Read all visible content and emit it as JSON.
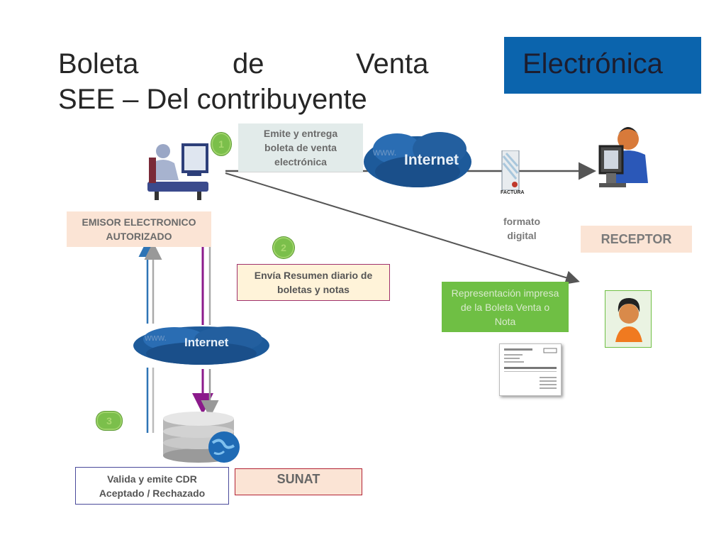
{
  "title": {
    "line1_words": [
      "Boleta",
      "de",
      "Venta"
    ],
    "highlight": "Electrónica",
    "line2": "SEE – Del contribuyente"
  },
  "steps": {
    "step1": {
      "number": "1",
      "text": "Emite  y entrega boleta de venta electrónica"
    },
    "step2": {
      "number": "2",
      "text": "Envía Resumen diario de boletas y notas"
    },
    "step3": {
      "number": "3",
      "text": "Valida y emite CDR Aceptado / Rechazado"
    }
  },
  "labels": {
    "emisor": "EMISOR  ELECTRONICO AUTORIZADO",
    "receptor": "RECEPTOR",
    "sunat": "SUNAT",
    "formato": "formato digital",
    "representacion": "Representación impresa de la Boleta Venta o Nota",
    "factura_doc": "FACTURA"
  },
  "clouds": {
    "top": {
      "www": "www.",
      "word": "Internet"
    },
    "left": {
      "www": "www.",
      "word": "Internet"
    }
  },
  "colors": {
    "title_highlight_bg": "#0b64ad",
    "emisor_bg": "#fbe4d5",
    "receptor_bg": "#fbe4d5",
    "step2_border": "#a0306b",
    "step3_border": "#4a4a9a",
    "sunat_border": "#b22234",
    "repr_bg": "#6fbf44",
    "cloud": "#1d5a9a",
    "arrow_purple": "#8b1a8b",
    "arrow_blue": "#2e74b5"
  }
}
